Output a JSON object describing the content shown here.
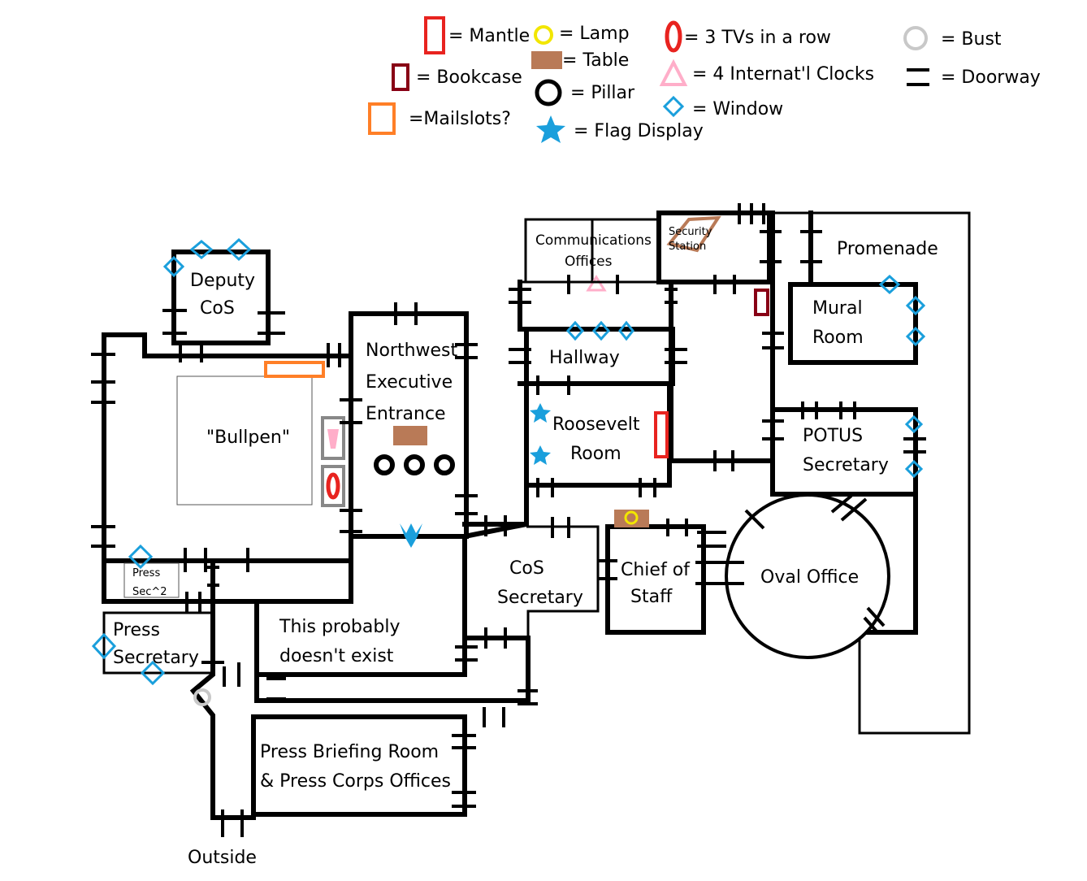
{
  "legend": {
    "mantle": "= Mantle",
    "lamp": "= Lamp",
    "tvs": "= 3 TVs in a row",
    "bust": "= Bust",
    "bookcase": "= Bookcase",
    "table": "= Table",
    "clocks": "= 4 Internat'l Clocks",
    "doorway": "= Doorway",
    "mailslots": "=Mailslots?",
    "pillar": "= Pillar",
    "window": "= Window",
    "flag": "= Flag Display"
  },
  "rooms": {
    "deputy_cos_1": "Deputy",
    "deputy_cos_2": "CoS",
    "bullpen": "\"Bullpen\"",
    "nw_1": "Northwest",
    "nw_2": "Executive",
    "nw_3": "Entrance",
    "press_sec2_1": "Press",
    "press_sec2_2": "Sec^2",
    "press_secretary_1": "Press",
    "press_secretary_2": "Secretary",
    "not_exist_1": "This probably",
    "not_exist_2": "doesn't exist",
    "briefing_1": "Press Briefing Room",
    "briefing_2": "& Press Corps Offices",
    "outside": "Outside",
    "comms_1": "Communications",
    "comms_2": "Offices",
    "security_1": "Security",
    "security_2": "Station",
    "promenade": "Promenade",
    "hallway": "Hallway",
    "roosevelt_1": "Roosevelt",
    "roosevelt_2": "Room",
    "mural_1": "Mural",
    "mural_2": "Room",
    "potus_1": "POTUS",
    "potus_2": "Secretary",
    "cos_sec_1": "CoS",
    "cos_sec_2": "Secretary",
    "chief_1": "Chief of",
    "chief_2": "Staff",
    "oval": "Oval Office"
  },
  "colors": {
    "wall": "#000000",
    "mantle": "#e8231f",
    "lamp": "#f2e600",
    "tvs": "#e8231f",
    "bust": "#c8c8c8",
    "bookcase": "#880015",
    "table": "#b97a57",
    "clocks": "#ffaec9",
    "mailslots": "#ff7f27",
    "window": "#1a9fdc",
    "flag": "#1a9fdc"
  }
}
